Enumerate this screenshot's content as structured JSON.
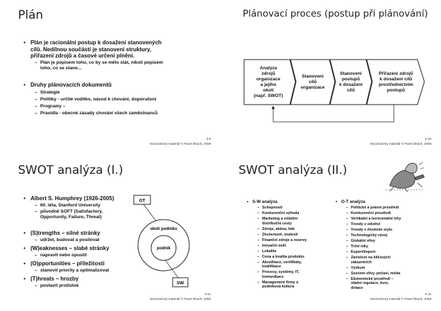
{
  "slide1": {
    "title": "Plán",
    "b1": [
      "Plán je racionální postup k dosažení stanovených",
      "cílů. Nedílnou součástí je stanovení struktury,",
      "přiřazení zdrojů a časové určení plnění."
    ],
    "b1_sub": [
      "Plán je popisem toho, co by se mělo stát, nikoli popisem",
      "toho, co se stane..."
    ],
    "b2": "Druhy plánovacích dokumentů",
    "b2_subs": [
      "Strategie",
      "Politiky - určité vodítko, návod k chování, doporučení",
      "Programy –",
      "Pravidla - obecné zásady chování všech zaměstnanců"
    ],
    "page": "3-9",
    "footer": "Neoznačený materiál © Pavel Štrach, 2008"
  },
  "slide2": {
    "title": "Plánovací proces (postup při plánování)",
    "steps": [
      [
        "Analýza",
        "zdrojů",
        "organizace",
        "a jejího",
        "okolí",
        "(např. SWOT)"
      ],
      [
        "Stanovení",
        "cílů",
        "organizace"
      ],
      [
        "Stanovení",
        "postupů",
        "k dosažení",
        "cílů"
      ],
      [
        "Přiřazení zdrojů",
        "k dosažení cílů",
        "prostřednictvím",
        "postupů"
      ]
    ],
    "page": "3-10",
    "footer": "Neoznačený materiál © Pavel Štrach, 2008"
  },
  "slide3": {
    "title": "SWOT analýza (I.)",
    "b1": "Albert S. Humphrey (1926-2005)",
    "b1_subs": [
      "60. léta, Stanford University",
      "původně SOFT (Satisfactory,",
      "Opportunity, Failure, Threat)"
    ],
    "b2": "(S)trengths – silné stránky",
    "b2_sub": "udržet, budovat a posilovat",
    "b3": "(W)eaknesses – slabé stránky",
    "b3_sub": "napravit nebo opustit",
    "b4": "(O)pportunities – příležitosti",
    "b4_sub": "stanovit priority a optimalizovat",
    "b5": "(T)hreats – hrozby",
    "b5_sub": "postavit protiútok",
    "diagram": {
      "ot": "OT",
      "outer": "okolí podniku",
      "inner": "podnik",
      "sw": "SW"
    },
    "page": "3-11",
    "footer": "Neoznačený materiál © Pavel Štrach, 2008"
  },
  "slide4": {
    "title": "SWOT analýza (II.)",
    "left_head": "S-W analýza",
    "left_items": [
      [
        "Schopnosti"
      ],
      [
        "Konkurenční výhoda"
      ],
      [
        "Marketing a zvláštní",
        "distribuční cesty"
      ],
      [
        "Zdroje, aktiva, lidé"
      ],
      [
        "Zkušenosti, znalosti"
      ],
      [
        "Finanční zdroje a rezervy"
      ],
      [
        "Inovační úsilí"
      ],
      [
        "Lokalita"
      ],
      [
        "Cena a kvalita produktu"
      ],
      [
        "Akreditace, certifikáty,",
        "kvalifikace"
      ],
      [
        "Procesy, systémy, IT,",
        "komunikace"
      ],
      [
        "Management firmy a",
        "podniková kultura"
      ]
    ],
    "right_head": "O-T analýza",
    "right_items": [
      [
        "Politické a právní prostředí"
      ],
      [
        "Konkurenční prostředí"
      ],
      [
        "Vertikální a horizontální trhy"
      ],
      [
        "Trendy v odvětví"
      ],
      [
        "Trendy v životním stylu"
      ],
      [
        "Technologický vývoj"
      ],
      [
        "Globální vlivy"
      ],
      [
        "Tržní niky"
      ],
      [
        "Export/Import"
      ],
      [
        "Závislost na klíčových",
        "zákaznících"
      ],
      [
        "Výzkum"
      ],
      [
        "Sezónní vlivy, počasí, móda"
      ],
      [
        "Ekonomické prostředí –",
        "vládní regulace, kurz,",
        "dotace"
      ]
    ],
    "page": "3-12",
    "footer": "Neoznačený materiál © Pavel Štrach, 2008"
  }
}
